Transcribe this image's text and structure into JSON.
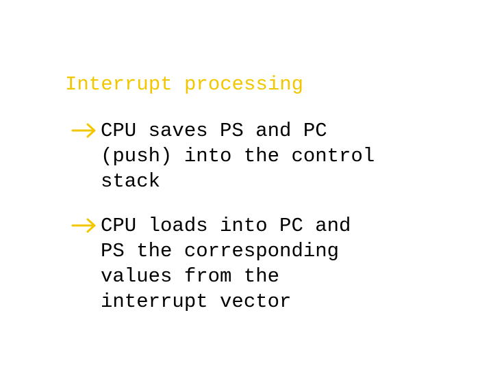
{
  "slide": {
    "title": "Interrupt processing",
    "title_color": "#F2C700",
    "accent_color": "#F2C700",
    "bullets": [
      {
        "icon": "arrow-right-icon",
        "text": "CPU saves PS and PC\n(push) into the control\nstack"
      },
      {
        "icon": "arrow-right-icon",
        "text": "CPU loads into PC and\nPS the corresponding\nvalues from the\ninterrupt vector"
      }
    ]
  }
}
